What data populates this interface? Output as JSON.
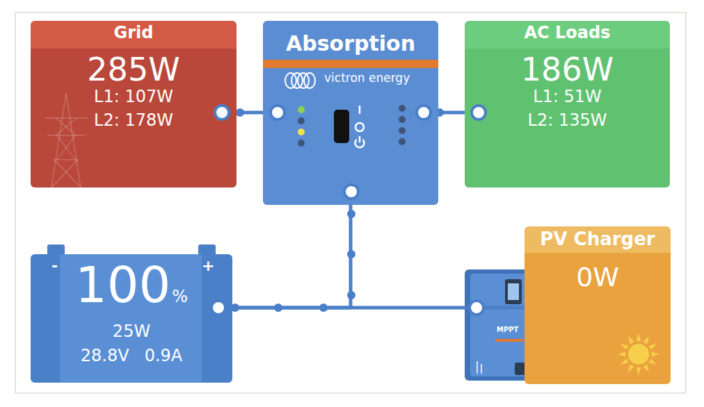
{
  "diagram": {
    "nodes": [
      {
        "text": [
          "Grid",
          "285W",
          "L1: 107W",
          "L2: 178W"
        ]
      },
      {
        "text": [
          "Absorption",
          "victron energy"
        ]
      },
      {
        "text": [
          "AC Loads",
          "186W",
          "L1: 51W",
          "L2: 135W"
        ]
      },
      {
        "text": [
          "100",
          "%",
          "25W",
          "28.8V",
          "0.9A"
        ]
      },
      {
        "text": [
          "PV Charger",
          "0W"
        ]
      }
    ],
    "edges": [
      {
        "from": 0,
        "to": 1,
        "arrow": "none"
      },
      {
        "from": 1,
        "to": 2,
        "arrow": "none"
      },
      {
        "from": 1,
        "to": 3,
        "arrow": "none"
      },
      {
        "from": 4,
        "to": 3,
        "arrow": "none"
      }
    ],
    "labels": [
      "-",
      "+",
      "MPPT"
    ]
  }
}
